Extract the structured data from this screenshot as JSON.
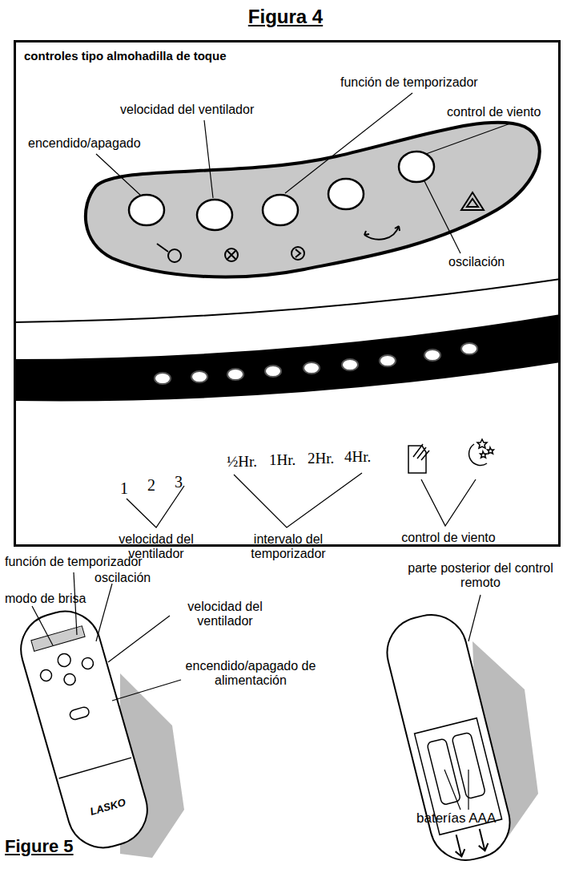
{
  "diagram": {
    "title": "Figura 4",
    "nodes": [
      {
        "text": [
          "controles tipo almohadilla de toque"
        ]
      }
    ],
    "labels": [
      "encendido/apagado",
      "velocidad del ventilador",
      "función de temporizador",
      "control de viento",
      "oscilación",
      "1",
      "2",
      "3",
      "½Hr.",
      "1Hr.",
      "2Hr.",
      "4Hr.",
      "velocidad del ventilador",
      "intervalo del temporizador",
      "control de viento",
      "función de temporizador",
      "modo de brisa",
      "oscilación",
      "velocidad del ventilador",
      "encendido/apagado de alimentación",
      "parte posterior del control remoto",
      "baterías AAA",
      "LASKO",
      "Figure 5"
    ]
  }
}
